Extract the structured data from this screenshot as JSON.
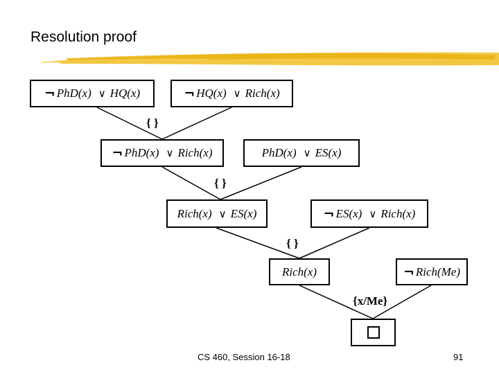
{
  "slide": {
    "title": "Resolution proof",
    "footer_text": "CS 460,  Session 16-18",
    "page_number": "91",
    "accent_color": "#f0c020"
  },
  "proof": {
    "neg_symbol": "¬",
    "or_symbol": "∨",
    "clauses": {
      "c1": {
        "a": "PhD(x)",
        "a_neg": true,
        "b": "HQ(x)",
        "b_neg": false
      },
      "c2": {
        "a": "HQ(x)",
        "a_neg": true,
        "b": "Rich(x)",
        "b_neg": false
      },
      "c3": {
        "a": "PhD(x)",
        "a_neg": true,
        "b": "Rich(x)",
        "b_neg": false
      },
      "c4": {
        "a": "PhD(x)",
        "a_neg": false,
        "b": "ES(x)",
        "b_neg": false
      },
      "c5": {
        "a": "Rich(x)",
        "a_neg": false,
        "b": "ES(x)",
        "b_neg": false
      },
      "c6": {
        "a": "ES(x)",
        "a_neg": true,
        "b": "Rich(x)",
        "b_neg": false
      },
      "c7": {
        "a": "Rich(x)",
        "a_neg": false
      },
      "c8": {
        "a": "Rich(Me)",
        "a_neg": true
      }
    },
    "substitutions": {
      "s1": "{ }",
      "s2": "{ }",
      "s3": "{ }",
      "s4": "{x/Me}"
    }
  }
}
